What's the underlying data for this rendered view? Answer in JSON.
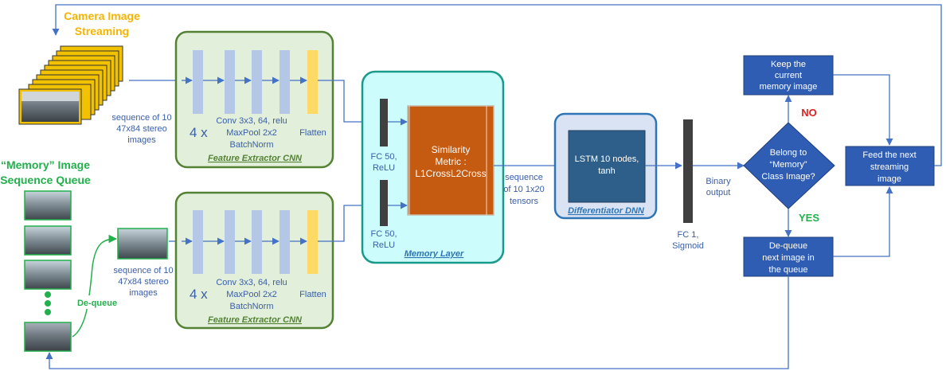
{
  "camera": {
    "title_line1": "Camera Image",
    "title_line2": "Streaming",
    "title_color": "#f5b400",
    "seq_line1": "sequence of 10",
    "seq_line2": "47x84 stereo",
    "seq_line3": "images"
  },
  "memory_queue": {
    "title_line1": "“Memory” Image",
    "title_line2": "Sequence Queue",
    "title_color": "#22b04c",
    "dequeue_label": "De-queue",
    "seq_line1": "sequence of 10",
    "seq_line2": "47x84 stereo",
    "seq_line3": "images"
  },
  "cnn_top": {
    "multiplier": "4 x",
    "conv_line1": "Conv 3x3, 64, relu",
    "conv_line2": "MaxPool 2x2",
    "conv_line3": "BatchNorm",
    "flatten": "Flatten",
    "caption": "Feature Extractor CNN"
  },
  "cnn_bottom": {
    "multiplier": "4 x",
    "conv_line1": "Conv 3x3, 64, relu",
    "conv_line2": "MaxPool 2x2",
    "conv_line3": "BatchNorm",
    "flatten": "Flatten",
    "caption": "Feature Extractor CNN"
  },
  "memory_layer": {
    "fc_top_line1": "FC 50,",
    "fc_top_line2": "ReLU",
    "fc_bottom_line1": "FC 50,",
    "fc_bottom_line2": "ReLU",
    "sim_line1": "Similarity",
    "sim_line2": "Metric :",
    "sim_line3": "L1CrossL2Cross",
    "caption": "Memory Layer"
  },
  "tensors": {
    "line1": "sequence",
    "line2": "of 10 1x20",
    "line3": "tensors"
  },
  "differentiator": {
    "lstm_line1": "LSTM 10 nodes,",
    "lstm_line2": "tanh",
    "caption": "Differentiator DNN"
  },
  "output": {
    "binary_line1": "Binary",
    "binary_line2": "output",
    "fc_line1": "FC 1,",
    "fc_line2": "Sigmoid"
  },
  "decision": {
    "line1": "Belong to",
    "line2": "“Memory”",
    "line3": "Class Image?",
    "no_label": "NO",
    "yes_label": "YES",
    "no_color": "#e02020",
    "yes_color": "#22b04c"
  },
  "keep_box": {
    "line1": "Keep the",
    "line2": "current",
    "line3": "memory image"
  },
  "dequeue_box": {
    "line1": "De-queue",
    "line2": "next image in",
    "line3": "the queue"
  },
  "feed_box": {
    "line1": "Feed the next",
    "line2": "streaming",
    "line3": "image"
  },
  "colors": {
    "arrow": "#4472c4",
    "text_blue": "#3a5ea8",
    "box_fill": "#2f5db3",
    "cnn_border": "#548235",
    "cnn_fill": "#e2efda",
    "layer_bar": "#b4c7e7",
    "flatten_bar": "#ffd966",
    "memory_border": "#1a9a8a",
    "memory_fill": "#ccfcfc",
    "sim_fill": "#c55a11",
    "diff_border": "#2e75b6",
    "diff_fill": "#dae3f3",
    "lstm_fill": "#2e5f8a"
  }
}
